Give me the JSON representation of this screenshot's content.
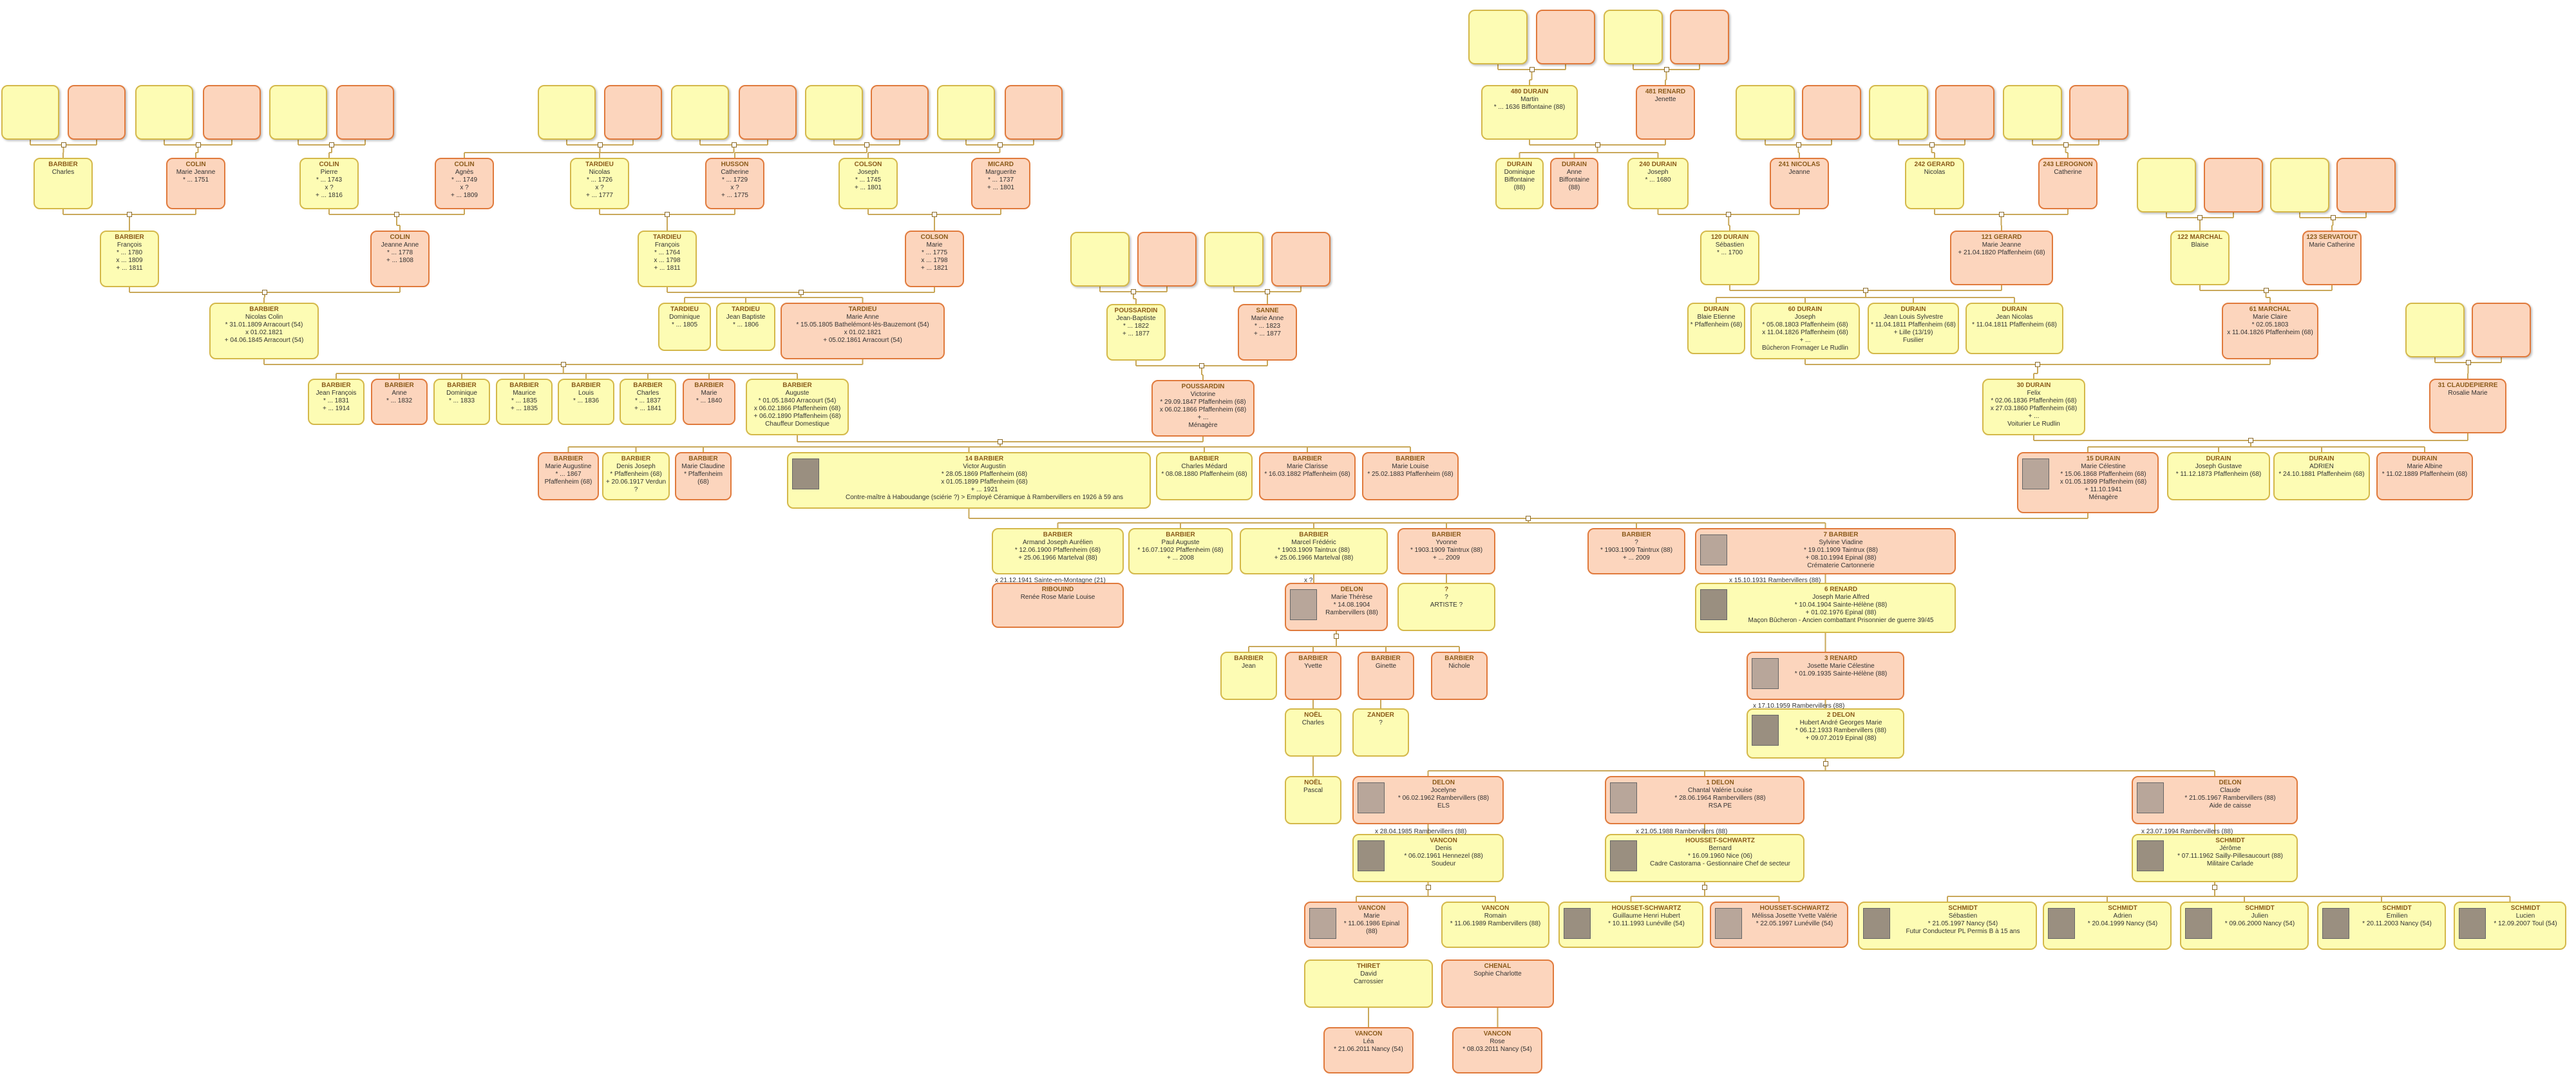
{
  "people": [
    {
      "id": "e1",
      "name": "",
      "first": "",
      "lines": []
    },
    {
      "id": "e2",
      "name": "",
      "first": "",
      "lines": []
    },
    {
      "id": "e3",
      "name": "",
      "first": "",
      "lines": []
    },
    {
      "id": "e4",
      "name": "",
      "first": "",
      "lines": []
    },
    {
      "id": "e5",
      "name": "",
      "first": "",
      "lines": []
    },
    {
      "id": "e6",
      "name": "",
      "first": "",
      "lines": []
    },
    {
      "id": "e7",
      "name": "",
      "first": "",
      "lines": []
    },
    {
      "id": "e8",
      "name": "",
      "first": "",
      "lines": []
    },
    {
      "id": "e9",
      "name": "",
      "first": "",
      "lines": []
    },
    {
      "id": "e10",
      "name": "",
      "first": "",
      "lines": []
    },
    {
      "id": "e11",
      "name": "",
      "first": "",
      "lines": []
    },
    {
      "id": "e12",
      "name": "",
      "first": "",
      "lines": []
    },
    {
      "id": "e13",
      "name": "",
      "first": "",
      "lines": []
    },
    {
      "id": "e14",
      "name": "",
      "first": "",
      "lines": []
    },
    {
      "id": "e15",
      "name": "",
      "first": "",
      "lines": []
    },
    {
      "id": "e16",
      "name": "",
      "first": "",
      "lines": []
    },
    {
      "id": "p_barbier_charles",
      "name": "BARBIER",
      "first": "Charles",
      "lines": []
    },
    {
      "id": "p_colin_mj",
      "name": "COLIN",
      "first": "Marie Jeanne",
      "lines": [
        "* ... 1751"
      ]
    },
    {
      "id": "p_colin_pierre",
      "name": "COLIN",
      "first": "Pierre",
      "lines": [
        "* ... 1743",
        "x ?",
        "+ ... 1816"
      ]
    },
    {
      "id": "p_colin_agnes",
      "name": "COLIN",
      "first": "Agnès",
      "lines": [
        "* ... 1749",
        "x ?",
        "+ ... 1809"
      ]
    },
    {
      "id": "p_tardieu_nicolas",
      "name": "TARDIEU",
      "first": "Nicolas",
      "lines": [
        "* ... 1726",
        "x ?",
        "+ ... 1777"
      ]
    },
    {
      "id": "p_husson_cath",
      "name": "HUSSON",
      "first": "Catherine",
      "lines": [
        "* ... 1729",
        "x ?",
        "+ ... 1775"
      ]
    },
    {
      "id": "p_colson_joseph",
      "name": "COLSON",
      "first": "Joseph",
      "lines": [
        "* ... 1745",
        "+ ... 1801"
      ]
    },
    {
      "id": "p_micard_marg",
      "name": "MICARD",
      "first": "Marguerite",
      "lines": [
        "* ... 1737",
        "+ ... 1801"
      ]
    },
    {
      "id": "p_barbier_francois",
      "name": "BARBIER",
      "first": "François",
      "lines": [
        "* ... 1780",
        "x ... 1809",
        "+ ... 1811"
      ]
    },
    {
      "id": "p_colin_ja",
      "name": "COLIN",
      "first": "Jeanne Anne",
      "lines": [
        "* ... 1778",
        "+ ... 1808"
      ]
    },
    {
      "id": "p_tardieu_francois",
      "name": "TARDIEU",
      "first": "François",
      "lines": [
        "* ... 1764",
        "x ... 1798",
        "+ ... 1811"
      ]
    },
    {
      "id": "p_colson_marie",
      "name": "COLSON",
      "first": "Marie",
      "lines": [
        "* ... 1775",
        "x ... 1798",
        "+ ... 1821"
      ]
    },
    {
      "id": "p_barbier_nc",
      "name": "BARBIER",
      "first": "Nicolas Colin",
      "lines": [
        "* 31.01.1809 Arracourt (54)",
        "x 01.02.1821",
        "+ 04.06.1845 Arracourt (54)"
      ]
    },
    {
      "id": "p_tardieu_dom",
      "name": "TARDIEU",
      "first": "Dominique",
      "lines": [
        "* ... 1805"
      ]
    },
    {
      "id": "p_tardieu_jb",
      "name": "TARDIEU",
      "first": "Jean Baptiste",
      "lines": [
        "* ... 1806"
      ]
    },
    {
      "id": "p_tardieu_ma",
      "name": "TARDIEU",
      "first": "Marie Anne",
      "lines": [
        "* 15.05.1805 Bathelémont-lès-Bauzemont (54)",
        "x 01.02.1821",
        "+ 05.02.1861 Arracourt (54)"
      ]
    },
    {
      "id": "p_barbier_jf",
      "name": "BARBIER",
      "first": "Jean François",
      "lines": [
        "* ... 1831",
        "+ ... 1914"
      ]
    },
    {
      "id": "p_barbier_anne",
      "name": "BARBIER",
      "first": "Anne",
      "lines": [
        "* ... 1832"
      ]
    },
    {
      "id": "p_barbier_dominique",
      "name": "BARBIER",
      "first": "Dominique",
      "lines": [
        "* ... 1833"
      ]
    },
    {
      "id": "p_barbier_maurice",
      "name": "BARBIER",
      "first": "Maurice",
      "lines": [
        "* ... 1835",
        "+ ... 1835"
      ]
    },
    {
      "id": "p_barbier_louis",
      "name": "BARBIER",
      "first": "Louis",
      "lines": [
        "* ... 1836"
      ]
    },
    {
      "id": "p_barbier_charles2",
      "name": "BARBIER",
      "first": "Charles",
      "lines": [
        "* ... 1837",
        "+ ... 1841"
      ]
    },
    {
      "id": "p_barbier_marie",
      "name": "BARBIER",
      "first": "Marie",
      "lines": [
        "* ... 1840"
      ]
    },
    {
      "id": "p_barbier_auguste",
      "name": "BARBIER",
      "first": "Auguste",
      "lines": [
        "* 01.05.1840 Arracourt (54)",
        "x 06.02.1866 Pfaffenheim (68)",
        "+ 06.02.1890 Pfaffenheim (68)",
        "Chauffeur Domestique"
      ]
    },
    {
      "id": "p_poussardin_jb",
      "name": "POUSSARDIN",
      "first": "Jean-Baptiste",
      "lines": [
        "* ... 1822",
        "+ ... 1877"
      ]
    },
    {
      "id": "p_sanne_ma",
      "name": "SANNE",
      "first": "Marie Anne",
      "lines": [
        "* ... 1823",
        "+ ... 1877"
      ]
    },
    {
      "id": "p_poussardin_vic",
      "name": "POUSSARDIN",
      "first": "Victorine",
      "lines": [
        "* 29.09.1847 Pfaffenheim (68)",
        "x 06.02.1866 Pfaffenheim (68)",
        "+ ...",
        "Ménagère"
      ]
    },
    {
      "id": "p_barbier_mag",
      "name": "BARBIER",
      "first": "Marie Augustine",
      "lines": [
        "* ... 1867 Pfaffenheim (68)"
      ]
    },
    {
      "id": "p_barbier_dj",
      "name": "BARBIER",
      "first": "Denis Joseph",
      "lines": [
        "* Pfaffenheim (68)",
        "+ 20.06.1917 Verdun ?"
      ]
    },
    {
      "id": "p_barbier_mc",
      "name": "BARBIER",
      "first": "Marie Claudine",
      "lines": [
        "* Pfaffenheim (68)"
      ]
    },
    {
      "id": "p_barbier_va",
      "name": "14 BARBIER",
      "first": "Victor Augustin",
      "lines": [
        "* 28.05.1869 Pfaffenheim (68)",
        "x 01.05.1899 Pfaffenheim (68)",
        "+ ... 1921",
        "Contre-maître à Haboudange (sciérie ?) > Employé Céramique à Rambervillers en 1926 à 59 ans"
      ]
    },
    {
      "id": "p_barbier_cm",
      "name": "BARBIER",
      "first": "Charles Médard",
      "lines": [
        "* 08.08.1880 Pfaffenheim (68)"
      ]
    },
    {
      "id": "p_barbier_mcl",
      "name": "BARBIER",
      "first": "Marie Clarisse",
      "lines": [
        "* 16.03.1882 Pfaffenheim (68)"
      ]
    },
    {
      "id": "p_barbier_ml",
      "name": "BARBIER",
      "first": "Marie Louise",
      "lines": [
        "* 25.02.1883 Pfaffenheim (68)"
      ]
    },
    {
      "id": "p_barbier_aja",
      "name": "BARBIER",
      "first": "Armand Joseph Aurélien",
      "lines": [
        "* 12.06.1900 Pfaffenheim (68)",
        "+ 25.06.1966 Martelval (88)"
      ]
    },
    {
      "id": "p_barbier_pa",
      "name": "BARBIER",
      "first": "Paul Auguste",
      "lines": [
        "* 16.07.1902 Pfaffenheim (68)",
        "+ ... 2008"
      ]
    },
    {
      "id": "p_barbier_mf",
      "name": "BARBIER",
      "first": "Marcel Frédéric",
      "lines": [
        "* 1903.1909 Taintrux (88)",
        "+ 25.06.1966 Martelval (88)"
      ]
    },
    {
      "id": "p_barbier_yvonne",
      "name": "BARBIER",
      "first": "Yvonne",
      "lines": [
        "* 1903.1909 Taintrux (88)",
        "+ ... 2009"
      ]
    },
    {
      "id": "p_barbier_q",
      "name": "BARBIER",
      "first": "?",
      "lines": [
        "* 1903.1909 Taintrux (88)",
        "+ ... 2009"
      ]
    },
    {
      "id": "p_barbier_sv",
      "name": "7 BARBIER",
      "first": "Sylvine Viadine",
      "lines": [
        "* 19.01.1909 Taintrux (88)",
        "+ 08.10.1994 Epinal (88)",
        "Crématerie Cartonnerie"
      ]
    },
    {
      "id": "p_ribouind",
      "name": "RIBOUIND",
      "first": "Renée Rose Marie Louise",
      "lines": []
    },
    {
      "id": "p_delon_mt",
      "name": "DELON",
      "first": "Marie Thérèse",
      "lines": [
        "* 14.08.1904 Rambervillers (88)"
      ]
    },
    {
      "id": "p_q2",
      "name": "?",
      "first": "?",
      "lines": [
        "ARTISTE ?"
      ]
    },
    {
      "id": "p_renard_jaa",
      "name": "6 RENARD",
      "first": "Joseph Marie Alfred",
      "lines": [
        "* 10.04.1904 Sainte-Hélène (88)",
        "+ 01.02.1976 Epinal (88)",
        "Maçon Bûcheron - Ancien combattant Prisonnier de guerre 39/45"
      ]
    },
    {
      "id": "p_barbier_jean",
      "name": "BARBIER",
      "first": "Jean",
      "lines": []
    },
    {
      "id": "p_barbier_yvette",
      "name": "BARBIER",
      "first": "Yvette",
      "lines": []
    },
    {
      "id": "p_barbier_ginette",
      "name": "BARBIER",
      "first": "Ginette",
      "lines": []
    },
    {
      "id": "p_barbier_nichole",
      "name": "BARBIER",
      "first": "Nichole",
      "lines": []
    },
    {
      "id": "p_renard_jmc",
      "name": "3 RENARD",
      "first": "Josette Marie Célestine",
      "lines": [
        "* 01.09.1935 Sainte-Hélène (88)"
      ]
    },
    {
      "id": "p_noel_charles",
      "name": "NOËL",
      "first": "Charles",
      "lines": []
    },
    {
      "id": "p_zander",
      "name": "ZANDER",
      "first": "?",
      "lines": []
    },
    {
      "id": "p_delon_haga",
      "name": "2 DELON",
      "first": "Hubert André Georges Marie",
      "lines": [
        "* 06.12.1933 Rambervillers (88)",
        "+ 09.07.2019 Epinal (88)"
      ]
    },
    {
      "id": "p_noel_pascal",
      "name": "NOËL",
      "first": "Pascal",
      "lines": []
    },
    {
      "id": "p_delon_jocelyne",
      "name": "DELON",
      "first": "Jocelyne",
      "lines": [
        "* 06.02.1962 Rambervillers (88)",
        "ELS"
      ]
    },
    {
      "id": "p_delon_cvl",
      "name": "1 DELON",
      "first": "Chantal Valérie Louise",
      "lines": [
        "* 28.06.1964 Rambervillers (88)",
        "RSA PE"
      ]
    },
    {
      "id": "p_delon_claude",
      "name": "DELON",
      "first": "Claude",
      "lines": [
        "* 21.05.1967 Rambervillers (88)",
        "Aide de caisse"
      ]
    },
    {
      "id": "p_vancon_denis",
      "name": "VANCON",
      "first": "Denis",
      "lines": [
        "* 06.02.1961 Hennezel (88)",
        "Soudeur"
      ]
    },
    {
      "id": "p_housset_bernard",
      "name": "HOUSSET-SCHWARTZ",
      "first": "Bernard",
      "lines": [
        "* 16.09.1960 Nice (06)",
        "Cadre Castorama - Gestionnaire Chef de secteur"
      ]
    },
    {
      "id": "p_schmidt_jerome",
      "name": "SCHMIDT",
      "first": "Jérôme",
      "lines": [
        "* 07.11.1962 Sailly-Pillesaucourt (88)",
        "Militaire Carlade"
      ]
    },
    {
      "id": "p_vancon_marie",
      "name": "VANCON",
      "first": "Marie",
      "lines": [
        "* 11.06.1986 Epinal (88)"
      ]
    },
    {
      "id": "p_vancon_romain",
      "name": "VANCON",
      "first": "Romain",
      "lines": [
        "* 11.06.1989 Rambervillers (88)"
      ]
    },
    {
      "id": "p_housset_ghh",
      "name": "HOUSSET-SCHWARTZ",
      "first": "Guillaume Henri Hubert",
      "lines": [
        "* 10.11.1993 Lunéville (54)"
      ]
    },
    {
      "id": "p_housset_mjyv",
      "name": "HOUSSET-SCHWARTZ",
      "first": "Mélissa Josette Yvette Valérie",
      "lines": [
        "* 22.05.1997 Lunéville (54)"
      ]
    },
    {
      "id": "p_schmidt_seb",
      "name": "SCHMIDT",
      "first": "Sébastien",
      "lines": [
        "* 21.05.1997 Nancy (54)",
        "Futur Conducteur PL Permis B à 15 ans"
      ]
    },
    {
      "id": "p_schmidt_adrien",
      "name": "SCHMIDT",
      "first": "Adrien",
      "lines": [
        "* 20.04.1999 Nancy (54)"
      ]
    },
    {
      "id": "p_schmidt_julien",
      "name": "SCHMIDT",
      "first": "Julien",
      "lines": [
        "* 09.06.2000 Nancy (54)"
      ]
    },
    {
      "id": "p_schmidt_emilien",
      "name": "SCHMIDT",
      "first": "Emilien",
      "lines": [
        "* 20.11.2003 Nancy (54)"
      ]
    },
    {
      "id": "p_schmidt_lucien",
      "name": "SCHMIDT",
      "first": "Lucien",
      "lines": [
        "* 12.09.2007 Toul (54)"
      ]
    },
    {
      "id": "p_thiret_david",
      "name": "THIRET",
      "first": "David",
      "lines": [
        "Carrossier"
      ]
    },
    {
      "id": "p_chenal_sc",
      "name": "CHENAL",
      "first": "Sophie Charlotte",
      "lines": []
    },
    {
      "id": "p_vancon_lea",
      "name": "VANCON",
      "first": "Léa",
      "lines": [
        "* 21.06.2011 Nancy (54)"
      ]
    },
    {
      "id": "p_vancon_rose",
      "name": "VANCON",
      "first": "Rose",
      "lines": [
        "* 08.03.2011 Nancy (54)"
      ]
    },
    {
      "id": "p_durain_martin",
      "name": "480 DURAIN",
      "first": "Martin",
      "lines": [
        "* ... 1636 Biffontaine (88)"
      ]
    },
    {
      "id": "p_renard_jenette",
      "name": "481 RENARD",
      "first": "Jenette",
      "lines": []
    },
    {
      "id": "p_durain_dominique",
      "name": "DURAIN",
      "first": "Dominique",
      "lines": [
        "Biffontaine (88)"
      ]
    },
    {
      "id": "p_durain_anne",
      "name": "DURAIN",
      "first": "Anne",
      "lines": [
        "Biffontaine (88)"
      ]
    },
    {
      "id": "p_durain_joseph240",
      "name": "240 DURAIN",
      "first": "Joseph",
      "lines": [
        "* ... 1680"
      ]
    },
    {
      "id": "p_nicolas_jeanne",
      "name": "241 NICOLAS",
      "first": "Jeanne",
      "lines": []
    },
    {
      "id": "p_gerard_nicolas",
      "name": "242 GERARD",
      "first": "Nicolas",
      "lines": []
    },
    {
      "id": "p_lerognon_cath",
      "name": "243 LEROGNON",
      "first": "Catherine",
      "lines": []
    },
    {
      "id": "p_durain_seb",
      "name": "120 DURAIN",
      "first": "Sébastien",
      "lines": [
        "* ... 1700"
      ]
    },
    {
      "id": "p_gerard_mj",
      "name": "121 GERARD",
      "first": "Marie Jeanne",
      "lines": [
        "+ 21.04.1820 Pfaffenheim (68)"
      ]
    },
    {
      "id": "p_marchal_blaise",
      "name": "122 MARCHAL",
      "first": "Blaise",
      "lines": []
    },
    {
      "id": "p_servatout_mc",
      "name": "123 SERVATOUT",
      "first": "Marie Catherine",
      "lines": []
    },
    {
      "id": "p_durain_be",
      "name": "DURAIN",
      "first": "Blaie Etienne",
      "lines": [
        "* Pfaffenheim (68)"
      ]
    },
    {
      "id": "p_durain_j60",
      "name": "60 DURAIN",
      "first": "Joseph",
      "lines": [
        "* 05.08.1803 Pfaffenheim (68)",
        "x 11.04.1826 Pfaffenheim (68)",
        "+ ...",
        "Bûcheron Fromager Le Rudlin"
      ]
    },
    {
      "id": "p_durain_jls",
      "name": "DURAIN",
      "first": "Jean Louis Sylvestre",
      "lines": [
        "* 11.04.1811 Pfaffenheim (68)",
        "+ Lille (13/19)",
        "Fusilier"
      ]
    },
    {
      "id": "p_durain_jn",
      "name": "DURAIN",
      "first": "Jean Nicolas",
      "lines": [
        "* 11.04.1811 Pfaffenheim (68)"
      ]
    },
    {
      "id": "p_marchal_mc",
      "name": "61 MARCHAL",
      "first": "Marie Claire",
      "lines": [
        "* 02.05.1803",
        "x 11.04.1826 Pfaffenheim (68)"
      ]
    },
    {
      "id": "p_durain_felix",
      "name": "30 DURAIN",
      "first": "Felix",
      "lines": [
        "* 02.06.1836 Pfaffenheim (68)",
        "x 27.03.1860 Pfaffenheim (68)",
        "+ ...",
        "Voiturier Le Rudlin"
      ]
    },
    {
      "id": "p_claude_rm",
      "name": "31 CLAUDEPIERRE",
      "first": "Rosalie Marie",
      "lines": []
    },
    {
      "id": "p_durain_mc15",
      "name": "15 DURAIN",
      "first": "Marie Célestine",
      "lines": [
        "* 15.06.1868 Pfaffenheim (68)",
        "x 01.05.1899 Pfaffenheim (68)",
        "+ 11.10.1941",
        "Ménagère"
      ]
    },
    {
      "id": "p_durain_jg",
      "name": "DURAIN",
      "first": "Joseph Gustave",
      "lines": [
        "* 11.12.1873 Pfaffenheim (68)"
      ]
    },
    {
      "id": "p_durain_adrien",
      "name": "DURAIN",
      "first": "ADRIEN",
      "lines": [
        "* 24.10.1881 Pfaffenheim (68)"
      ]
    },
    {
      "id": "p_durain_ma",
      "name": "DURAIN",
      "first": "Marie Albine",
      "lines": [
        "* 11.02.1889 Pfaffenheim (68)"
      ]
    }
  ],
  "captions": [
    {
      "id": "c1",
      "text": "x 21.12.1941 Sainte-en-Montagne (21)"
    },
    {
      "id": "c2",
      "text": "x ?"
    },
    {
      "id": "c3",
      "text": "x 15.10.1931 Rambervillers (88)"
    },
    {
      "id": "c4",
      "text": "x 17.10.1959 Rambervillers (88)"
    },
    {
      "id": "c5",
      "text": "x 28.04.1985 Rambervillers (88)"
    },
    {
      "id": "c6",
      "text": "x 21.05.1988 Rambervillers (88)"
    },
    {
      "id": "c7",
      "text": "x 23.07.1994 Rambervillers (88)"
    }
  ],
  "colors": {
    "male_fill": "#fdfcb4",
    "male_border": "#d4b84a",
    "female_fill": "#fcd5bd",
    "female_border": "#e07a3c",
    "line": "#c9a85a"
  }
}
